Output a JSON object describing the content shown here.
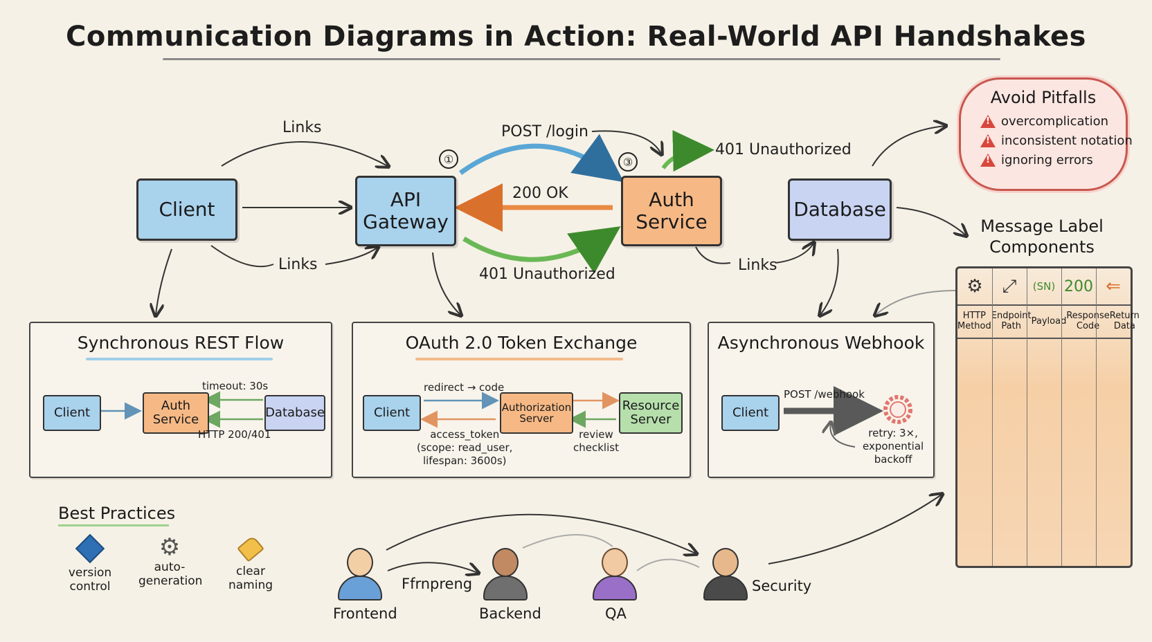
{
  "title": "Communication Diagrams in Action: Real-World API Handshakes",
  "nodes": {
    "client": "Client",
    "api_gateway": "API\nGateway",
    "auth_service": "Auth\nService",
    "database": "Database"
  },
  "edge_labels": {
    "links_top": "Links",
    "links_bottom": "Links",
    "links_right": "Links",
    "post_login": "POST /login",
    "ok_200": "200 OK",
    "unauth_bottom": "401 Unauthorized",
    "unauth_top": "401 Unauthorized",
    "step1": "①",
    "step3": "③"
  },
  "pitfalls": {
    "title": "Avoid Pitfalls",
    "items": [
      "overcomplication",
      "inconsistent notation",
      "ignoring errors"
    ]
  },
  "message_label": {
    "title": "Message Label\nComponents",
    "icons": [
      "gear-icon",
      "path-icon",
      "payload-icon",
      "200",
      "return-arrow-icon"
    ],
    "code_text": "200",
    "payload_glyph": "(SN)",
    "headers": [
      "HTTP\nMethod",
      "Endpoint\nPath",
      "Payload",
      "Response\nCode",
      "Return\nData"
    ]
  },
  "panels": {
    "rest": {
      "title": "Synchronous REST Flow",
      "client": "Client",
      "auth": "Auth\nService",
      "db": "Database",
      "timeout": "timeout: 30s",
      "http": "HTTP 200/401"
    },
    "oauth": {
      "title": "OAuth 2.0 Token Exchange",
      "client": "Client",
      "authz": "Authorization\nServer",
      "resource": "Resource\nServer",
      "redirect": "redirect → code",
      "access": "access_token\n(scope: read_user,\nlifespan: 3600s)",
      "review": "review\nchecklist"
    },
    "webhook": {
      "title": "Asynchronous Webhook",
      "client": "Client",
      "post": "POST /webhook",
      "retry": "retry: 3×,\nexponential\nbackoff"
    }
  },
  "best_practices": {
    "title": "Best Practices",
    "items": [
      {
        "label": "version\ncontrol",
        "icon": "git-diamond-icon"
      },
      {
        "label": "auto-\ngeneration",
        "icon": "gear-icon"
      },
      {
        "label": "clear\nnaming",
        "icon": "tag-icon"
      }
    ]
  },
  "people": [
    {
      "label": "Frontend",
      "shirt": "#6aa0d8"
    },
    {
      "label": "Backend",
      "shirt": "#6f6f6f"
    },
    {
      "label": "QA",
      "shirt": "#9a6fc8"
    },
    {
      "label": "Security",
      "shirt": "#4a4a4a"
    }
  ],
  "misc_label": "Ffrnpreng",
  "colors": {
    "blue_arrow": "#5aa7d6",
    "orange_arrow": "#e98a43",
    "green_arrow": "#6ab855",
    "ink": "#333333"
  }
}
